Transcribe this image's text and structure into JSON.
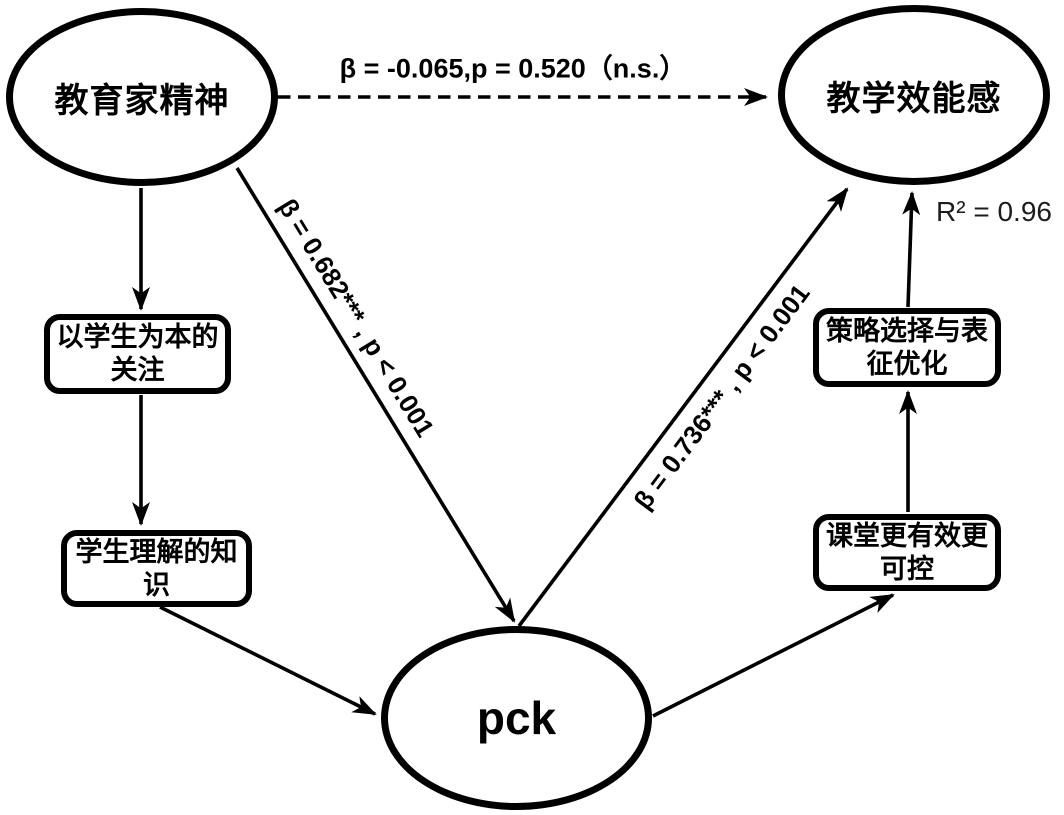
{
  "diagram": {
    "background": "#ffffff",
    "stroke_color": "#000000",
    "nodes": {
      "educator_spirit": {
        "label": "教育家精神",
        "shape": "ellipse"
      },
      "teaching_efficacy": {
        "label": "教学效能感",
        "shape": "ellipse"
      },
      "pck": {
        "label": "pck",
        "shape": "ellipse"
      },
      "student_centered_focus": {
        "label": "以学生为本的\n关注",
        "shape": "rounded-rect"
      },
      "knowledge_of_student_understanding": {
        "label": "学生理解的知\n识",
        "shape": "rounded-rect"
      },
      "strategy_selection_representation": {
        "label": "策略选择与表\n征优化",
        "shape": "rounded-rect"
      },
      "classroom_effective_controllable": {
        "label": "课堂更有效更\n可控",
        "shape": "rounded-rect"
      }
    },
    "edges": {
      "direct_effect": {
        "from": "educator_spirit",
        "to": "teaching_efficacy",
        "style": "dashed",
        "label": "β = -0.065,p = 0.520（n.s.）"
      },
      "educator_to_pck": {
        "from": "educator_spirit",
        "to": "pck",
        "style": "solid",
        "label": "β = 0.682*** , p < 0.001"
      },
      "pck_to_efficacy": {
        "from": "pck",
        "to": "teaching_efficacy",
        "style": "solid",
        "label": "β = 0.736*** , p < 0.001"
      },
      "educator_to_student_centered": {
        "from": "educator_spirit",
        "to": "student_centered_focus",
        "style": "solid",
        "label": ""
      },
      "student_centered_to_knowledge": {
        "from": "student_centered_focus",
        "to": "knowledge_of_student_understanding",
        "style": "solid",
        "label": ""
      },
      "knowledge_to_pck": {
        "from": "knowledge_of_student_understanding",
        "to": "pck",
        "style": "solid",
        "label": ""
      },
      "pck_to_classroom": {
        "from": "pck",
        "to": "classroom_effective_controllable",
        "style": "solid",
        "label": ""
      },
      "classroom_to_strategy": {
        "from": "classroom_effective_controllable",
        "to": "strategy_selection_representation",
        "style": "solid",
        "label": ""
      },
      "strategy_to_efficacy": {
        "from": "strategy_selection_representation",
        "to": "teaching_efficacy",
        "style": "solid",
        "label": ""
      }
    },
    "annotations": {
      "r_squared": "R² = 0.96"
    }
  }
}
